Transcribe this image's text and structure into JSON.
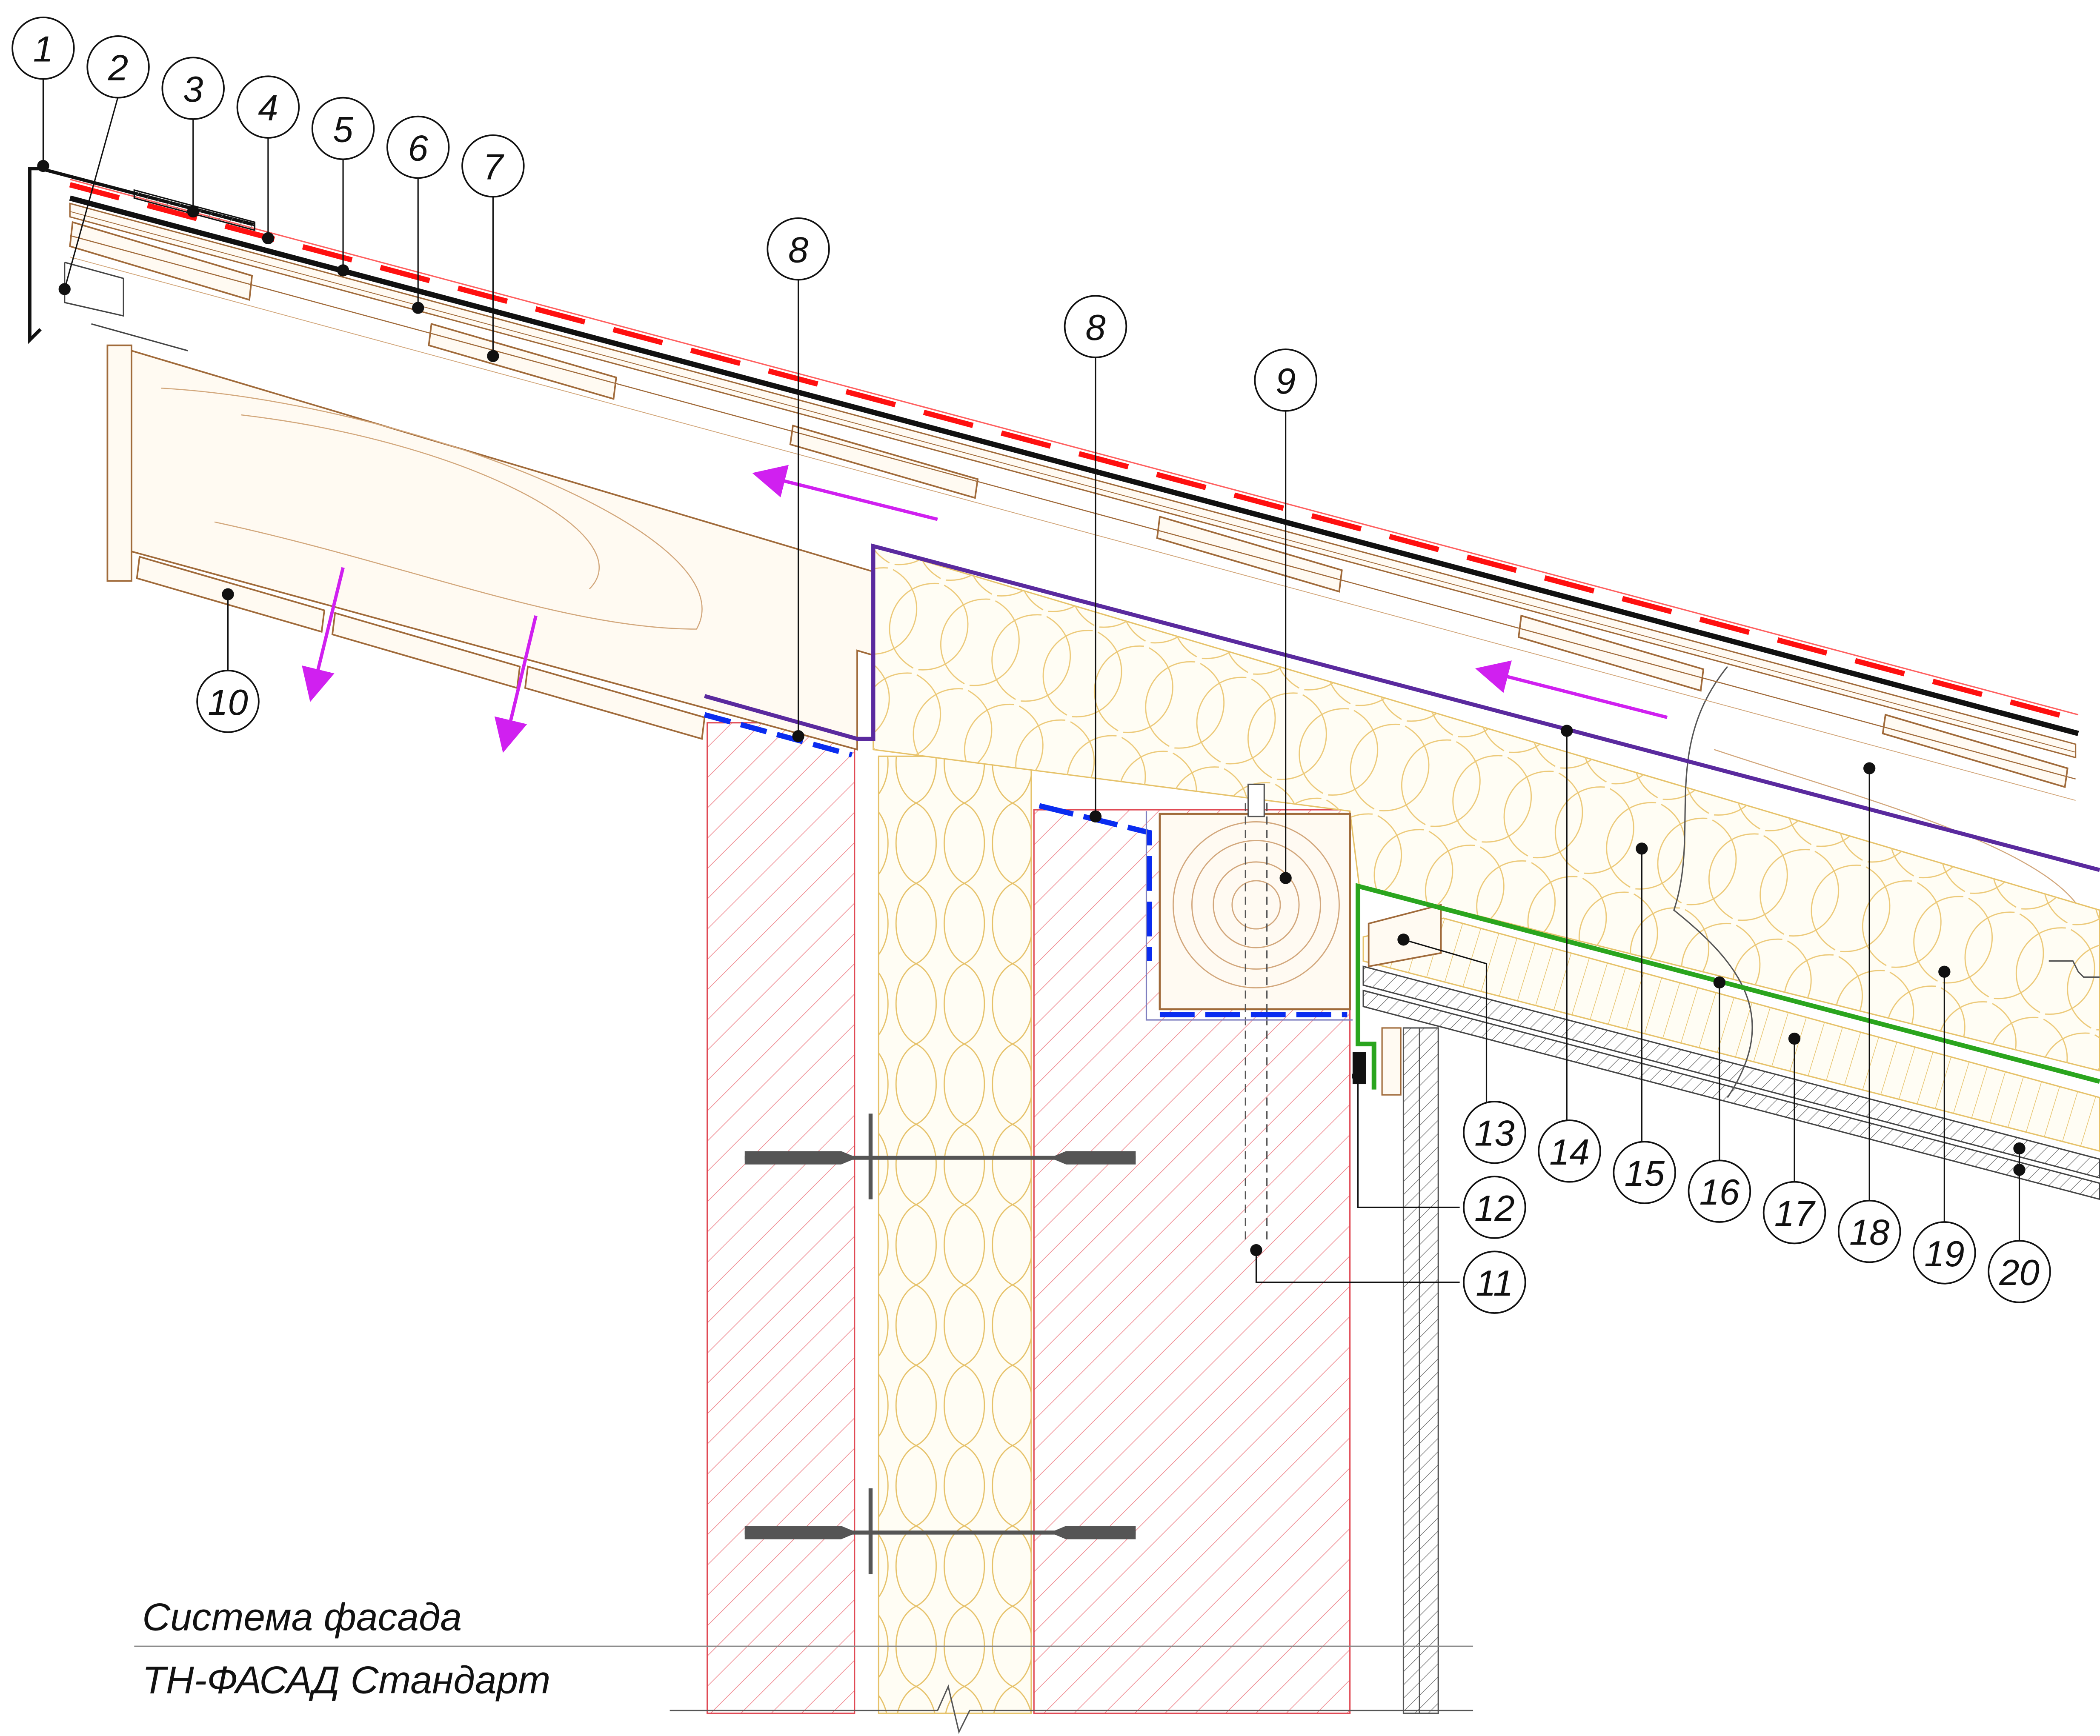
{
  "caption": {
    "line1": "Система фасада",
    "line2": "ТН-ФАСАД Стандарт"
  },
  "callouts": [
    "1",
    "2",
    "3",
    "4",
    "5",
    "6",
    "7",
    "8",
    "8",
    "9",
    "10",
    "11",
    "12",
    "13",
    "14",
    "15",
    "16",
    "17",
    "18",
    "19",
    "20"
  ],
  "colors": {
    "masonry_hatch": "#e8777f",
    "insulation": "#e6c26a",
    "wood": "#a06a3a",
    "membrane_purple": "#5a2a9e",
    "membrane_green": "#2aa51e",
    "waterproof_blue": "#0a2cf0",
    "roof_red": "#ff1010",
    "arrow_magenta": "#d020f0",
    "roof_black": "#111111"
  }
}
